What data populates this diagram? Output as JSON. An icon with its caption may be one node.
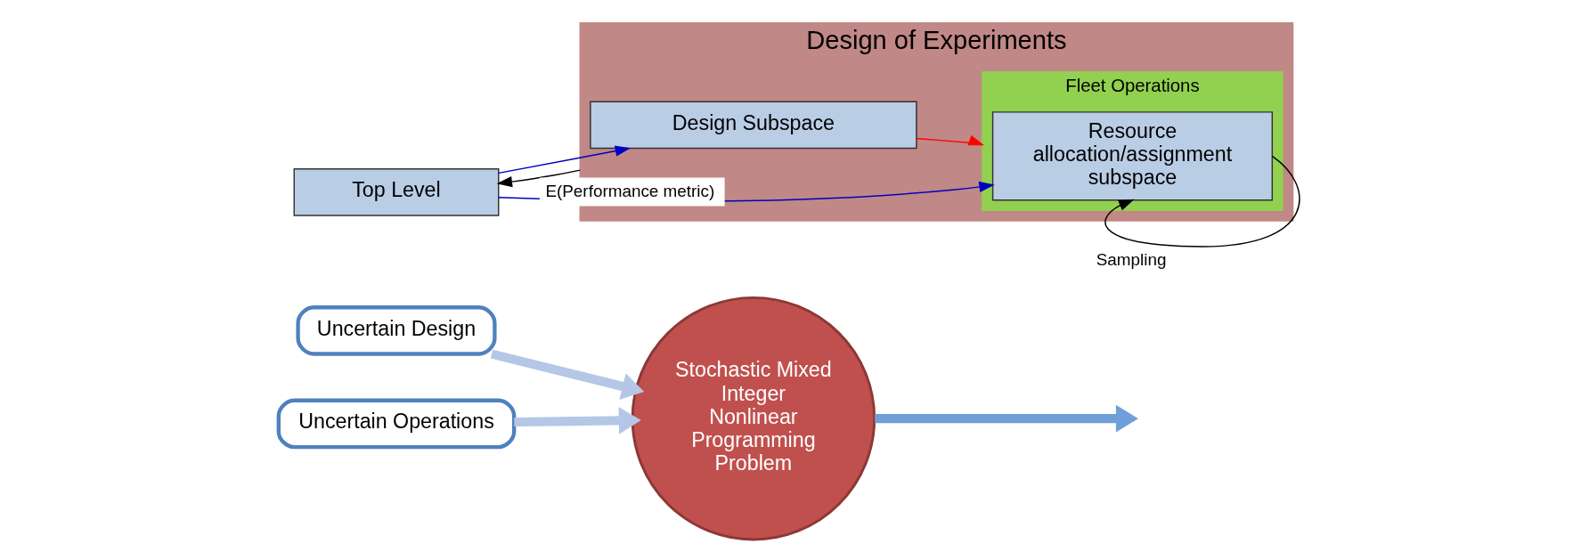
{
  "diagram": {
    "nodes": [
      {
        "text": [
          "Uncertain Design"
        ]
      },
      {
        "text": [
          "Uncertain Operations"
        ]
      },
      {
        "text": [
          "Stochastic Mixed Integer Nonlinear Programming Problem"
        ]
      },
      {
        "text": [
          "Top Level"
        ]
      },
      {
        "text": [
          "Design of Experiments"
        ]
      },
      {
        "text": [
          "Design Subspace"
        ],
        "in": 4
      },
      {
        "text": [
          "Fleet Operations"
        ],
        "in": 4
      },
      {
        "text": [
          "Resource allocation/assignment subspace"
        ],
        "in": 6
      }
    ],
    "edges": [
      {
        "from": 0,
        "to": 2,
        "arrow": "to",
        "style": "thick",
        "color": "#b4c7e7"
      },
      {
        "from": 1,
        "to": 2,
        "arrow": "to",
        "style": "thick",
        "color": "#b4c7e7"
      },
      {
        "from": 2,
        "to": null,
        "arrow": "to",
        "style": "thick",
        "color": "#6f9fd8"
      },
      {
        "from": 3,
        "to": 5,
        "arrow": "to",
        "color": "#0000c0"
      },
      {
        "from": 3,
        "to": 7,
        "arrow": "to",
        "color": "#0000c0"
      },
      {
        "from": 5,
        "to": 6,
        "arrow": "to",
        "color": "#ff0000"
      },
      {
        "from": 4,
        "to": 3,
        "arrow": "to",
        "label": "E(Performance metric)",
        "color": "#000000"
      },
      {
        "from": 7,
        "to": 7,
        "arrow": "to",
        "label": "Sampling",
        "color": "#000000"
      }
    ]
  }
}
